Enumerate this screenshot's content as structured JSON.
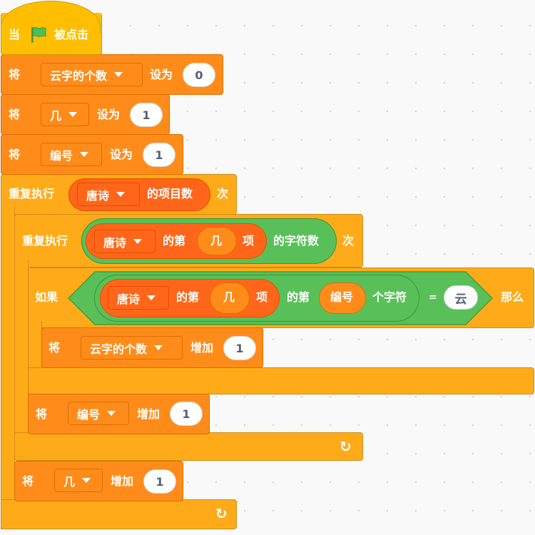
{
  "hat": {
    "when": "当",
    "clicked": "被点击",
    "flag_icon": "green-flag-icon"
  },
  "set1": {
    "verb": "将",
    "var": "云字的个数",
    "to": "设为",
    "value": "0"
  },
  "set2": {
    "verb": "将",
    "var": "几",
    "to": "设为",
    "value": "1"
  },
  "set3": {
    "verb": "将",
    "var": "编号",
    "to": "设为",
    "value": "1"
  },
  "repeat_outer": {
    "prefix": "重复执行",
    "list": "唐诗",
    "item_count": "的项目数",
    "suffix": "次"
  },
  "repeat_inner": {
    "prefix": "重复执行",
    "list": "唐诗",
    "of_nth": "的第",
    "index_var": "几",
    "item": "项",
    "char_count": "的字符数",
    "suffix": "次"
  },
  "if_block": {
    "if_label": "如果",
    "list": "唐诗",
    "of_nth": "的第",
    "index_var": "几",
    "item": "项",
    "of_nth2": "的第",
    "char_var": "编号",
    "char_label": "个字符",
    "equals": "=",
    "target": "云",
    "then": "那么"
  },
  "change1": {
    "verb": "将",
    "var": "云字的个数",
    "by": "增加",
    "value": "1"
  },
  "change2": {
    "verb": "将",
    "var": "编号",
    "by": "增加",
    "value": "1"
  },
  "change3": {
    "verb": "将",
    "var": "几",
    "by": "增加",
    "value": "1"
  },
  "icons": {
    "loop_arrow": "↻"
  },
  "colors": {
    "control": "#ffab19",
    "events": "#ffbf00",
    "variables": "#ff8c1a",
    "lists": "#ff661a",
    "operators": "#59c059"
  }
}
